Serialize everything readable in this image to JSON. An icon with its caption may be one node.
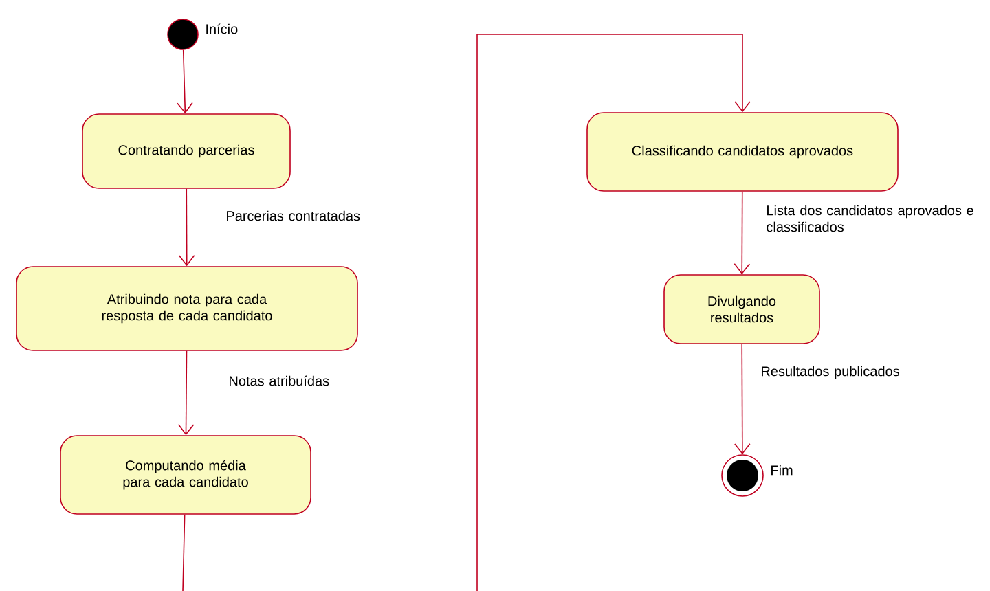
{
  "diagram": {
    "nodes": [
      {
        "text": [],
        "shape": "circle",
        "beside": [
          "Início"
        ]
      },
      {
        "text": [
          "Contratando parcerias"
        ]
      },
      {
        "text": [
          "Atribuindo nota para cada resposta de cada candidato"
        ]
      },
      {
        "text": [
          "Computando média para cada candidato"
        ]
      },
      {
        "text": [
          "Classificando candidatos aprovados"
        ]
      },
      {
        "text": [
          "Divulgando resultados"
        ]
      },
      {
        "text": [],
        "shape": "circle",
        "beside": [
          "Fim"
        ]
      }
    ],
    "edges": [
      {
        "from": 0,
        "to": 1,
        "arrow": "to"
      },
      {
        "from": 1,
        "to": 2,
        "arrow": "to",
        "label": "Parcerias contratadas"
      },
      {
        "from": 2,
        "to": 3,
        "arrow": "to",
        "label": "Notas atribuídas"
      },
      {
        "from": 3,
        "to": null,
        "arrow": "none"
      },
      {
        "from": null,
        "to": 4,
        "arrow": "to"
      },
      {
        "from": 4,
        "to": 5,
        "arrow": "to",
        "label": "Lista dos candidatos aprovados e classificados"
      },
      {
        "from": 5,
        "to": 6,
        "arrow": "to",
        "label": "Resultados publicados"
      }
    ]
  }
}
